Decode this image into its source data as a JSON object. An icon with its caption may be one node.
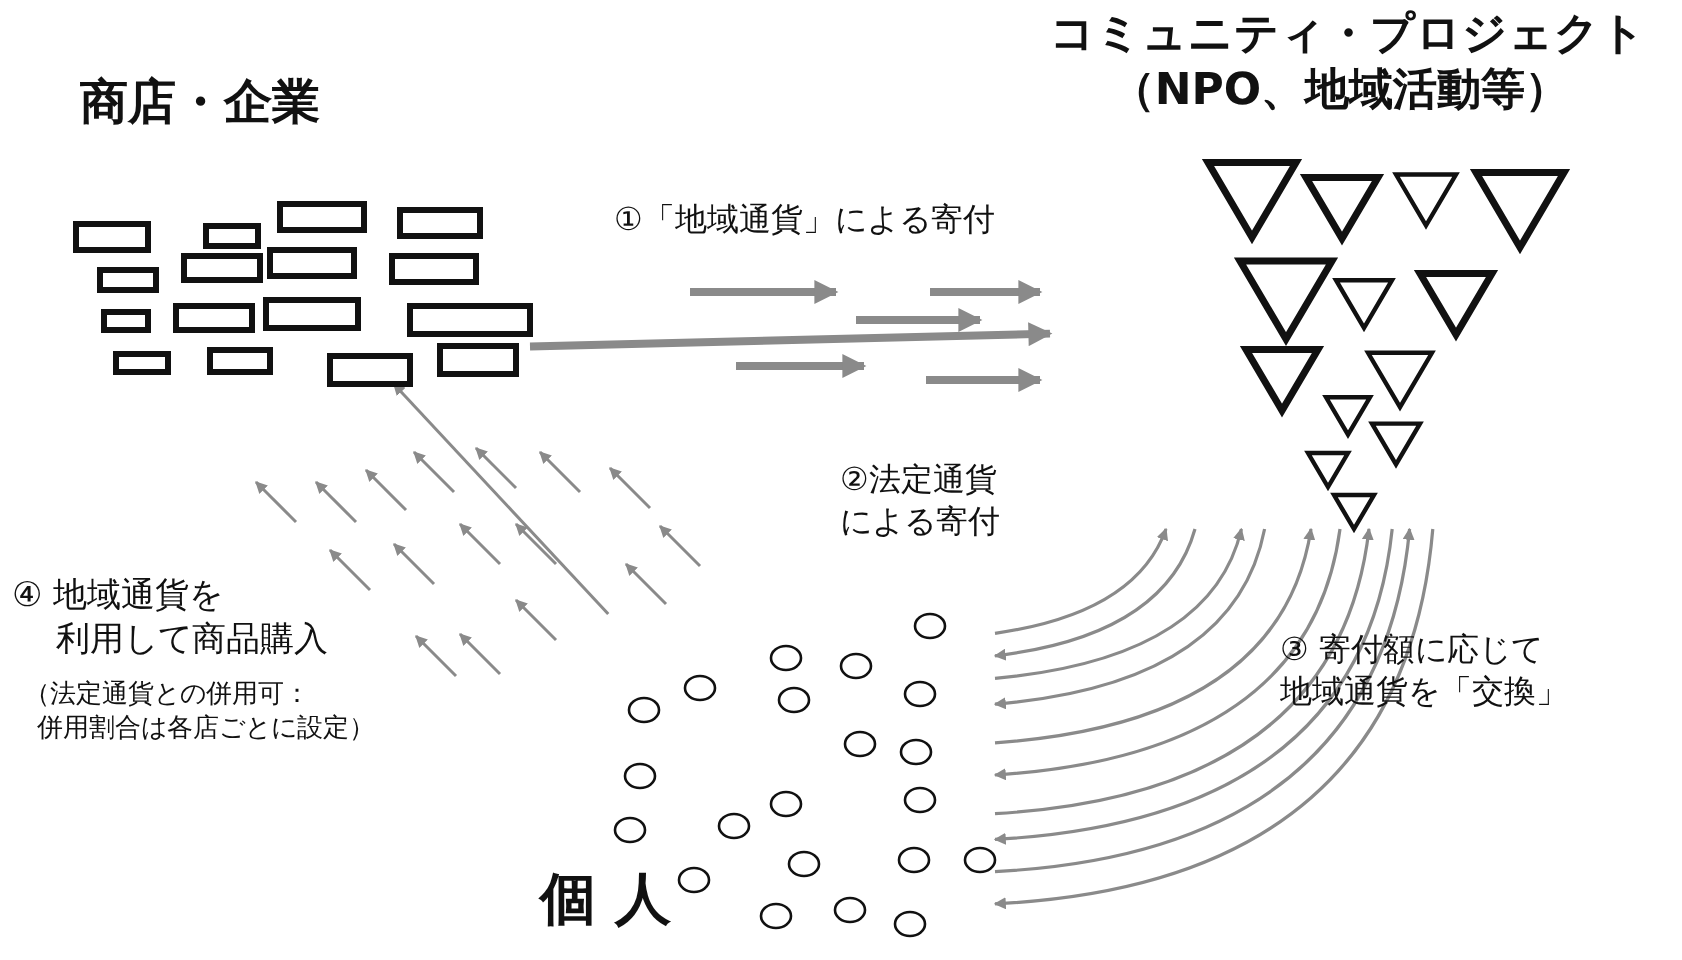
{
  "diagram": {
    "nodes": [
      {
        "text": [
          "商店・企業"
        ]
      },
      {
        "text": [
          "コミュニティ・プロジェクト（NPO、地域活動等）"
        ]
      },
      {
        "text": [
          "個 人"
        ]
      }
    ],
    "edges": [
      {
        "from": 0,
        "to": 1,
        "arrow": "to",
        "style": "thick"
      },
      {
        "from": 2,
        "to": 1,
        "arrow": "to"
      },
      {
        "from": 2,
        "to": 1,
        "arrow": "to"
      },
      {
        "from": 2,
        "to": 1,
        "arrow": "to"
      },
      {
        "from": 2,
        "to": 1,
        "arrow": "to"
      },
      {
        "from": 2,
        "to": 1,
        "arrow": "to"
      },
      {
        "from": 1,
        "to": 2,
        "arrow": "to"
      },
      {
        "from": 1,
        "to": 2,
        "arrow": "to"
      },
      {
        "from": 1,
        "to": 2,
        "arrow": "to"
      },
      {
        "from": 1,
        "to": 2,
        "arrow": "to"
      },
      {
        "from": 1,
        "to": 2,
        "arrow": "to"
      },
      {
        "from": 2,
        "to": 0,
        "arrow": "to"
      }
    ],
    "labels": [
      "①「地域通貨」による寄付",
      "②法定通貨による寄付",
      "③ 寄付額に応じて地域通貨を「交換」",
      "④ 地域通貨を利用して商品購入",
      "（法定通貨との併用可：併用割合は各店ごとに設定）"
    ]
  }
}
